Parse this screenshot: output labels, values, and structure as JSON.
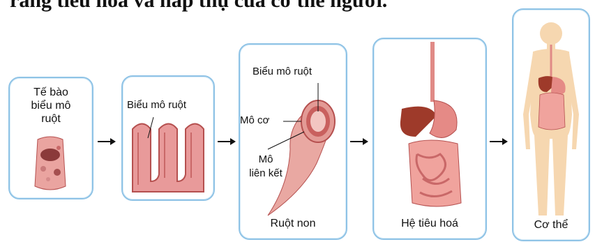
{
  "header": {
    "text": "rằng tiêu hoá và hấp thụ của cơ thể người."
  },
  "panels": {
    "cell": {
      "label_line1": "Tế bào",
      "label_line2": "biểu mô",
      "label_line3": "ruột"
    },
    "epithelium": {
      "label": "Biểu mô ruột"
    },
    "small_intestine": {
      "label_epithelium": "Biểu mô ruột",
      "label_muscle": "Mô cơ",
      "label_connective_line1": "Mô",
      "label_connective_line2": "liên kết",
      "caption": "Ruột non"
    },
    "digestive_system": {
      "caption": "Hệ tiêu hoá"
    },
    "body": {
      "caption": "Cơ thể"
    }
  },
  "colors": {
    "panel_border": "#8fc3e6",
    "tissue_pink": "#e89a9a",
    "tissue_dark": "#b5504f",
    "skin": "#f6d7b0"
  }
}
